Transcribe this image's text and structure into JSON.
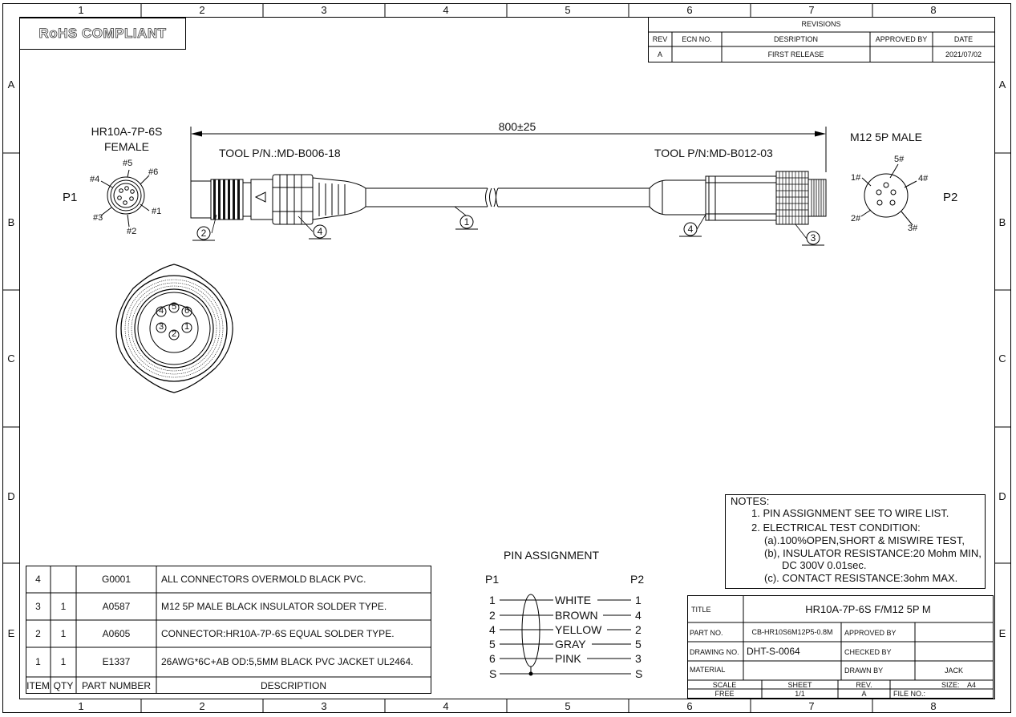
{
  "sheet": {
    "col_labels": [
      "1",
      "2",
      "3",
      "4",
      "5",
      "6",
      "7",
      "8"
    ],
    "row_labels": [
      "A",
      "B",
      "C",
      "D",
      "E"
    ],
    "rohs": "RoHS COMPLIANT"
  },
  "revisions": {
    "title": "REVISIONS",
    "headers": [
      "REV",
      "ECN NO.",
      "DESRIPTION",
      "APPROVED BY",
      "DATE"
    ],
    "row": [
      "A",
      "",
      "FIRST RELEASE",
      "",
      "2021/07/02"
    ]
  },
  "drawing": {
    "p1_name": "HR10A-7P-6S",
    "p1_gender": "FEMALE",
    "p1_label": "P1",
    "p1_pins": [
      "#5",
      "#6",
      "#4",
      "#1",
      "#3",
      "#2"
    ],
    "p2_name": "M12 5P MALE",
    "p2_label": "P2",
    "p2_pins": [
      "5#",
      "1#",
      "4#",
      "2#",
      "3#"
    ],
    "length": "800±25",
    "tool_left": "TOOL P/N.:MD-B006-18",
    "tool_right": "TOOL P/N:MD-B012-03",
    "balloons": [
      "2",
      "4",
      "1",
      "4",
      "3"
    ],
    "face_pins": [
      "4",
      "5",
      "6",
      "3",
      "1",
      "2"
    ]
  },
  "pin_assignment": {
    "title": "PIN   ASSIGNMENT",
    "p1": "P1",
    "p2": "P2",
    "rows": [
      {
        "p1": "1",
        "color": "WHITE",
        "p2": "1"
      },
      {
        "p1": "2",
        "color": "BROWN",
        "p2": "4"
      },
      {
        "p1": "4",
        "color": "YELLOW",
        "p2": "2"
      },
      {
        "p1": "5",
        "color": "GRAY",
        "p2": "5"
      },
      {
        "p1": "6",
        "color": "PINK",
        "p2": "3"
      },
      {
        "p1": "S",
        "color": "",
        "p2": "S"
      }
    ]
  },
  "notes": {
    "title": "NOTES:",
    "lines": [
      "1. PIN ASSIGNMENT SEE TO WIRE LIST.",
      "2. ELECTRICAL TEST CONDITION:",
      "(a).100%OPEN,SHORT & MISWIRE TEST,",
      "(b), INSULATOR RESISTANCE:20 Mohm MIN,",
      "DC 300V 0.01sec.",
      "(c). CONTACT RESISTANCE:3ohm MAX."
    ]
  },
  "bom": {
    "headers": [
      "ITEM",
      "QTY",
      "PART NUMBER",
      "DESCRIPTION"
    ],
    "rows": [
      {
        "item": "4",
        "qty": "",
        "part": "G0001",
        "desc": "ALL CONNECTORS OVERMOLD BLACK PVC."
      },
      {
        "item": "3",
        "qty": "1",
        "part": "A0587",
        "desc": "M12 5P MALE BLACK INSULATOR SOLDER TYPE."
      },
      {
        "item": "2",
        "qty": "1",
        "part": "A0605",
        "desc": "CONNECTOR:HR10A-7P-6S EQUAL SOLDER TYPE."
      },
      {
        "item": "1",
        "qty": "1",
        "part": "E1337",
        "desc": "26AWG*6C+AB OD:5,5MM BLACK PVC JACKET UL2464."
      }
    ]
  },
  "title_block": {
    "title_label": "TITLE",
    "title": "HR10A-7P-6S F/M12 5P M",
    "part_label": "PART NO.",
    "part_no": "CB-HR10S6M12P5-0.8M",
    "approved_label": "APPROVED BY",
    "drawing_label": "DRAWING NO.",
    "drawing_no": "DHT-S-0064",
    "checked_label": "CHECKED BY",
    "material_label": "MATERIAL",
    "drawn_label": "DRAWN BY",
    "drawn_by": "JACK",
    "scale_label": "SCALE",
    "scale": "FREE",
    "sheet_label": "SHEET",
    "sheet": "1/1",
    "rev_label": "REV.",
    "rev": "A",
    "size_label": "SIZE:",
    "size": "A4",
    "file_label": "FILE NO.:"
  }
}
